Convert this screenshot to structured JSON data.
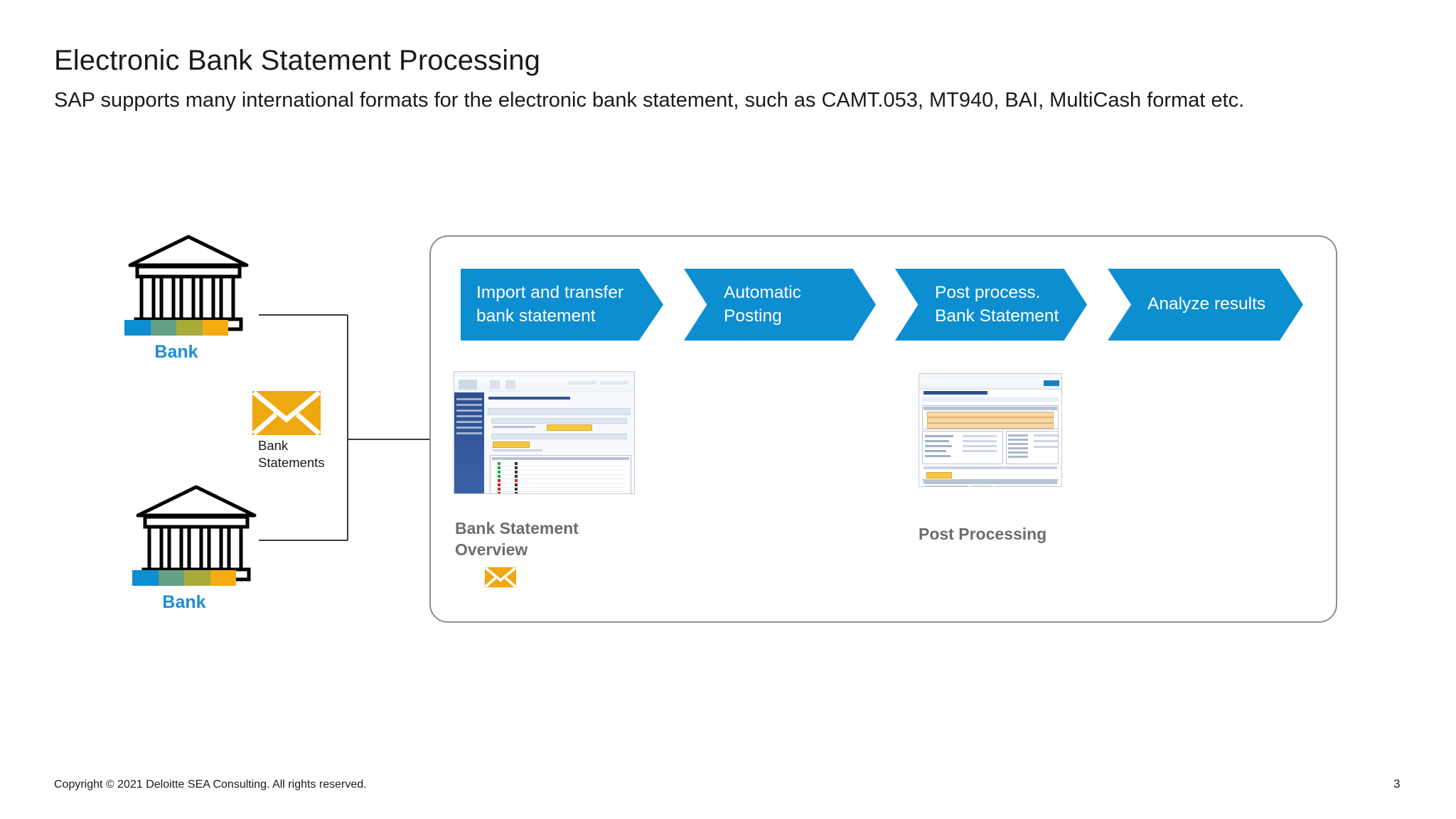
{
  "slide": {
    "title": "Electronic Bank Statement Processing",
    "subtitle": "SAP supports many international formats for the electronic bank statement, such as CAMT.053, MT940, BAI, MultiCash format etc.",
    "page_number": "3",
    "copyright": "Copyright © 2021 Deloitte SEA Consulting. All rights reserved."
  },
  "colors": {
    "chevron_blue": "#0c8ed0",
    "bank_label_blue": "#1b8dd4",
    "envelope_amber": "#efa80f",
    "caption_gray": "#6d6d6d",
    "panel_border_gray": "#8d8d8d",
    "connector_gray": "#3a3a3a",
    "bank_swatch_blue": "#0c8ed0",
    "bank_swatch_teal": "#64a083",
    "bank_swatch_olive": "#a8ab3a",
    "bank_swatch_amber": "#f5ab12"
  },
  "process": {
    "steps": [
      {
        "label": "Import and transfer\nbank statement",
        "name": "import-and-transfer-bank-statement"
      },
      {
        "label": "Automatic\nPosting",
        "name": "automatic-posting"
      },
      {
        "label": "Post process.\nBank Statement",
        "name": "post-process-bank-statement"
      },
      {
        "label": "Analyze results",
        "name": "analyze-results"
      }
    ],
    "screenshots": [
      {
        "caption": "Bank Statement\nOverview",
        "name": "bank-statement-overview"
      },
      {
        "caption": "Post Processing",
        "name": "post-processing"
      }
    ]
  },
  "sources": {
    "banks": [
      {
        "label": "Bank"
      },
      {
        "label": "Bank"
      }
    ],
    "envelope_label": "Bank\nStatements"
  }
}
